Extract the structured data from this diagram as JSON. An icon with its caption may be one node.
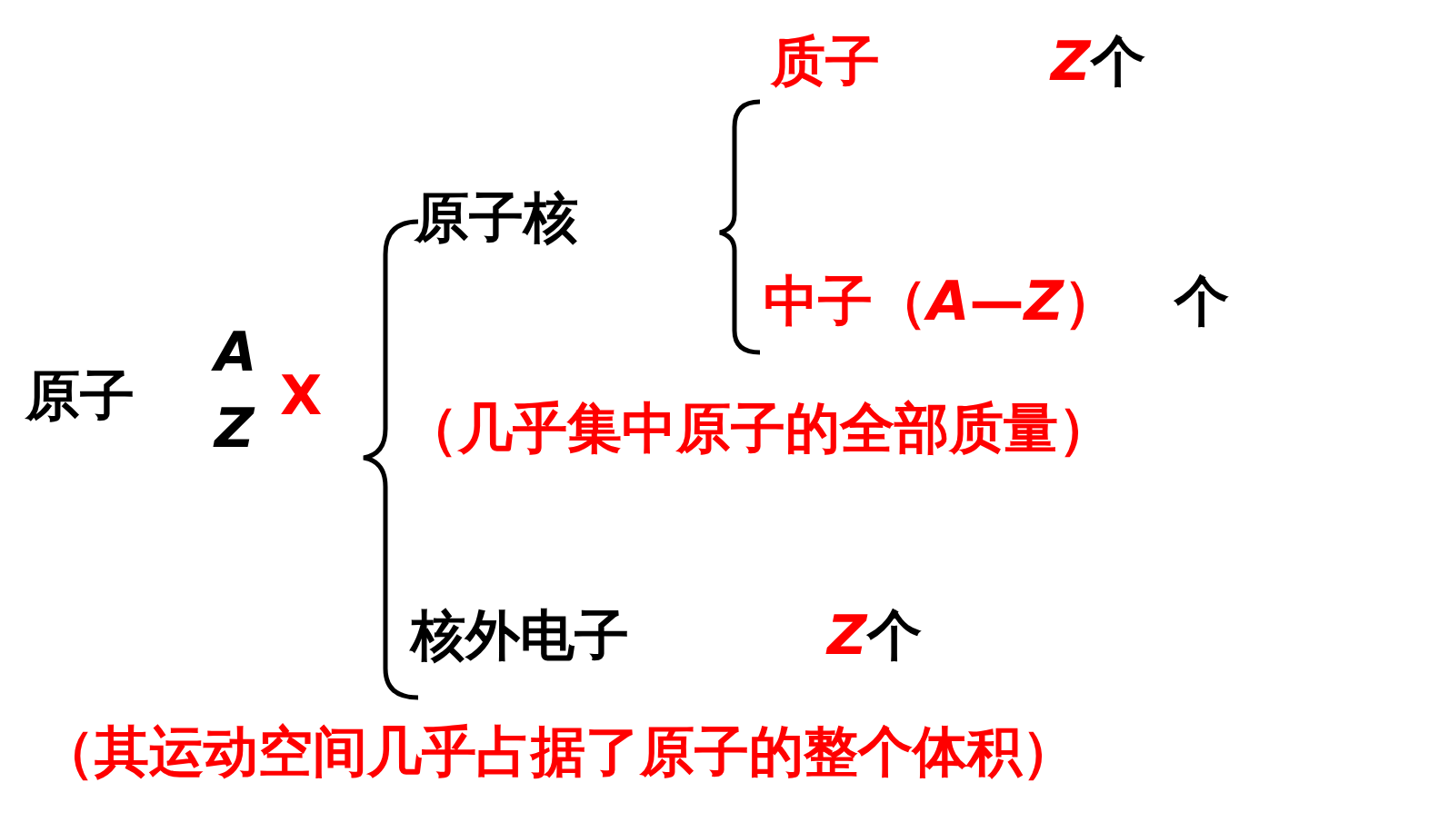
{
  "diagram": {
    "labels": [
      "质子",
      "Z个",
      "原子核",
      "中子（*A*—*Z*）",
      "个",
      "原子",
      "A",
      "Z",
      "X",
      "（几乎集中原子的全部质量）",
      "核外电子",
      "Z个",
      "（其运动空间几乎占据了原子的整个体积）"
    ]
  }
}
